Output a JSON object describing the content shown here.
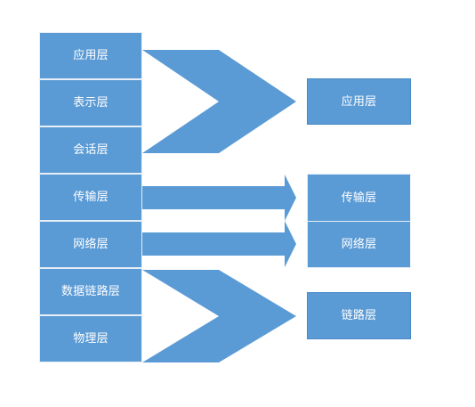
{
  "osi_layers": [
    {
      "label": "应用层"
    },
    {
      "label": "表示层"
    },
    {
      "label": "会话层"
    },
    {
      "label": "传输层"
    },
    {
      "label": "网络层"
    },
    {
      "label": "数据链路层"
    },
    {
      "label": "物理层"
    }
  ],
  "tcpip_layers": [
    {
      "label": "应用层"
    },
    {
      "label": "传输层"
    },
    {
      "label": "网络层"
    },
    {
      "label": "链路层"
    }
  ],
  "colors": {
    "box_fill": "#5b9bd5",
    "arrow_fill": "#5b9bd5",
    "background": "#ffffff"
  }
}
